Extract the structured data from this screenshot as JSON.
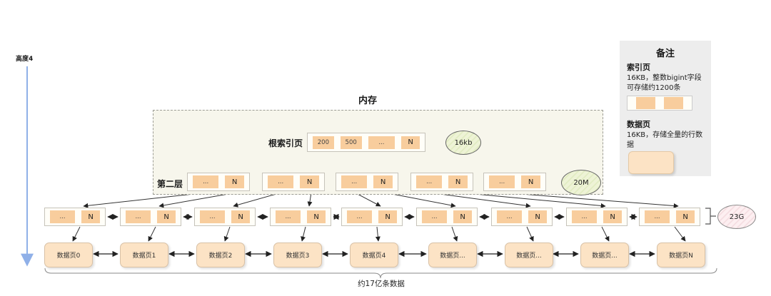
{
  "page": {
    "memory_title": "内存",
    "height_label": "高度4",
    "bottom_annotation": "约17亿条数据"
  },
  "tree": {
    "root": {
      "label": "根索引页",
      "cells": [
        "200",
        "500",
        "...",
        "N"
      ],
      "size_badge": "16kb"
    },
    "level2": {
      "label": "第二层",
      "size_badge": "20M",
      "nodes": [
        {
          "cells": [
            "...",
            "N"
          ]
        },
        {
          "cells": [
            "...",
            "N"
          ]
        },
        {
          "cells": [
            "...",
            "N"
          ]
        },
        {
          "cells": [
            "...",
            "N"
          ]
        },
        {
          "cells": [
            "...",
            "N"
          ]
        }
      ]
    },
    "level3": {
      "size_badge": "23G",
      "nodes": [
        {
          "cells": [
            "...",
            "N"
          ]
        },
        {
          "cells": [
            "...",
            "N"
          ]
        },
        {
          "cells": [
            "...",
            "N"
          ]
        },
        {
          "cells": [
            "...",
            "N"
          ]
        },
        {
          "cells": [
            "...",
            "N"
          ]
        },
        {
          "cells": [
            "...",
            "N"
          ]
        },
        {
          "cells": [
            "...",
            "N"
          ]
        },
        {
          "cells": [
            "...",
            "N"
          ]
        },
        {
          "cells": [
            "...",
            "N"
          ]
        }
      ]
    },
    "data_pages": {
      "labels": [
        "数据页0",
        "数据页1",
        "数据页2",
        "数据页3",
        "数据页4",
        "数据页...",
        "数据页...",
        "数据页...",
        "数据页N"
      ]
    }
  },
  "legend": {
    "title": "备注",
    "index_page": {
      "heading": "索引页",
      "desc": "16KB，整数bigint字段可存储约1200条"
    },
    "data_page": {
      "heading": "数据页",
      "desc": "16KB，存储全量的行数据"
    }
  },
  "colors": {
    "cell_orange": "#f8cd9d",
    "data_page_fill": "#fce3c5",
    "memory_fill": "#f7f6ec",
    "badge_green": "#eef3d6",
    "badge_pink": "#fdeff1",
    "height_arrow_blue": "#8fb0e8"
  }
}
